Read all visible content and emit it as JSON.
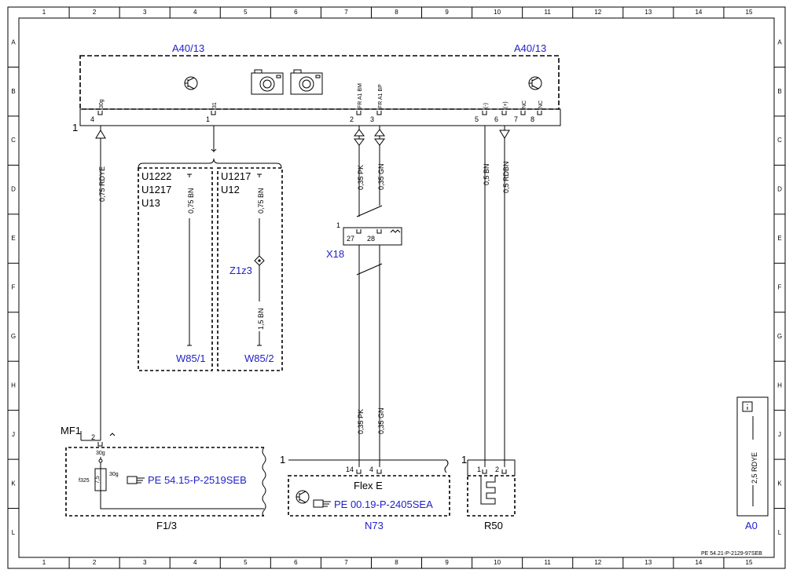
{
  "grid": {
    "columns": [
      "1",
      "2",
      "3",
      "4",
      "5",
      "6",
      "7",
      "8",
      "9",
      "10",
      "11",
      "12",
      "13",
      "14",
      "15"
    ],
    "rows": [
      "A",
      "B",
      "C",
      "D",
      "E",
      "F",
      "G",
      "H",
      "J",
      "K",
      "L"
    ]
  },
  "components": {
    "a40_left": "A40/13",
    "a40_right": "A40/13",
    "f1": "F1/3",
    "n73": "N73",
    "r50": "R50",
    "a0": "A0",
    "x18": "X18",
    "w85_1": "W85/1",
    "w85_2": "W85/2",
    "z1z3": "Z1z3",
    "mf1": "MF1",
    "flex": "Flex E",
    "f325": "f325",
    "fuse_val": "7,5"
  },
  "pins": {
    "p30g": "30g",
    "p31": "31",
    "pbm": "FR A1 BM",
    "pbp": "FR A1 BP",
    "pminus": "(-)",
    "pplus": "(+)",
    "pnc1": "NC",
    "pnc2": "NC",
    "n4": "4",
    "n1": "1",
    "n2": "2",
    "n3": "3",
    "n5": "5",
    "n6": "6",
    "n7": "7",
    "n8": "8",
    "conn1": "1",
    "x18_1": "1",
    "x18_27": "27",
    "x18_28": "28",
    "mf1_2": "2",
    "f_30g": "30g",
    "f_30g2": "30g",
    "n73_1": "1",
    "n73_14": "14",
    "n73_4": "4",
    "r50_1": "1",
    "r50_p1": "1",
    "r50_p2": "2"
  },
  "wires": {
    "w_rdye": "0,75 RDYE",
    "w_bn1": "0,75 BN",
    "w_bn2": "0,75 BN",
    "w_bn3": "1,5 BN",
    "w_pk_top": "0,35 PK",
    "w_gn_top": "0,35 GN",
    "w_pk_bot": "0,35 PK",
    "w_gn_bot": "0,35 GN",
    "w_bn_r": "0,5 BN",
    "w_rdbn": "0,5 RDBN",
    "w_a0": "2,5 RDYE"
  },
  "groups": {
    "left": [
      "U1222",
      "U1217",
      "U13"
    ],
    "right": [
      "U1217",
      "U12"
    ]
  },
  "refs": {
    "f1_ref": "PE 54.15-P-2519SEB",
    "n73_ref": "PE 00.19-P-2405SEA",
    "doc_ref": "PE 54.21-P-2129-97SEB"
  },
  "icons": {
    "transistor": "transistor-icon",
    "camera": "camera-icon",
    "hand": "pointing-hand-icon",
    "info": "info-icon"
  },
  "colors": {
    "blue_label": "#1f1fc8",
    "line": "#000000"
  }
}
